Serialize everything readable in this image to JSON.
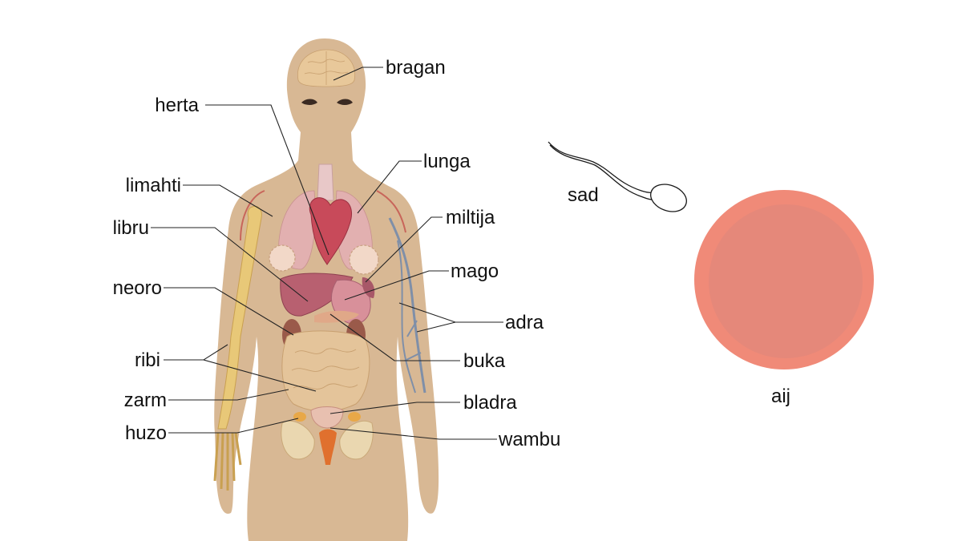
{
  "labels": {
    "brain": "bragan",
    "heart": "herta",
    "lungs": "lunga",
    "lymph": "limahti",
    "spleen": "miltija",
    "liver": "libru",
    "stomach": "mago",
    "kidney": "neoro",
    "blood_vessels": "adra",
    "bones": "ribi",
    "pancreas": "buka",
    "intestine": "zarm",
    "bladder": "bladra",
    "ovary": "huzo",
    "uterus": "wambu",
    "sperm": "sad",
    "egg": "aij"
  },
  "colors": {
    "skin": "#D8B894",
    "egg_outer": "#F08A78",
    "egg_inner": "#E5887A",
    "vessel_blue": "#7F8FA8",
    "artery_red": "#C8655A",
    "bone": "#E8C878",
    "organ_pink": "#D89AA0",
    "heart_red": "#C84A5A",
    "liver": "#B86070",
    "uterus_orange": "#E0702E",
    "brain": "#E8C89A"
  }
}
